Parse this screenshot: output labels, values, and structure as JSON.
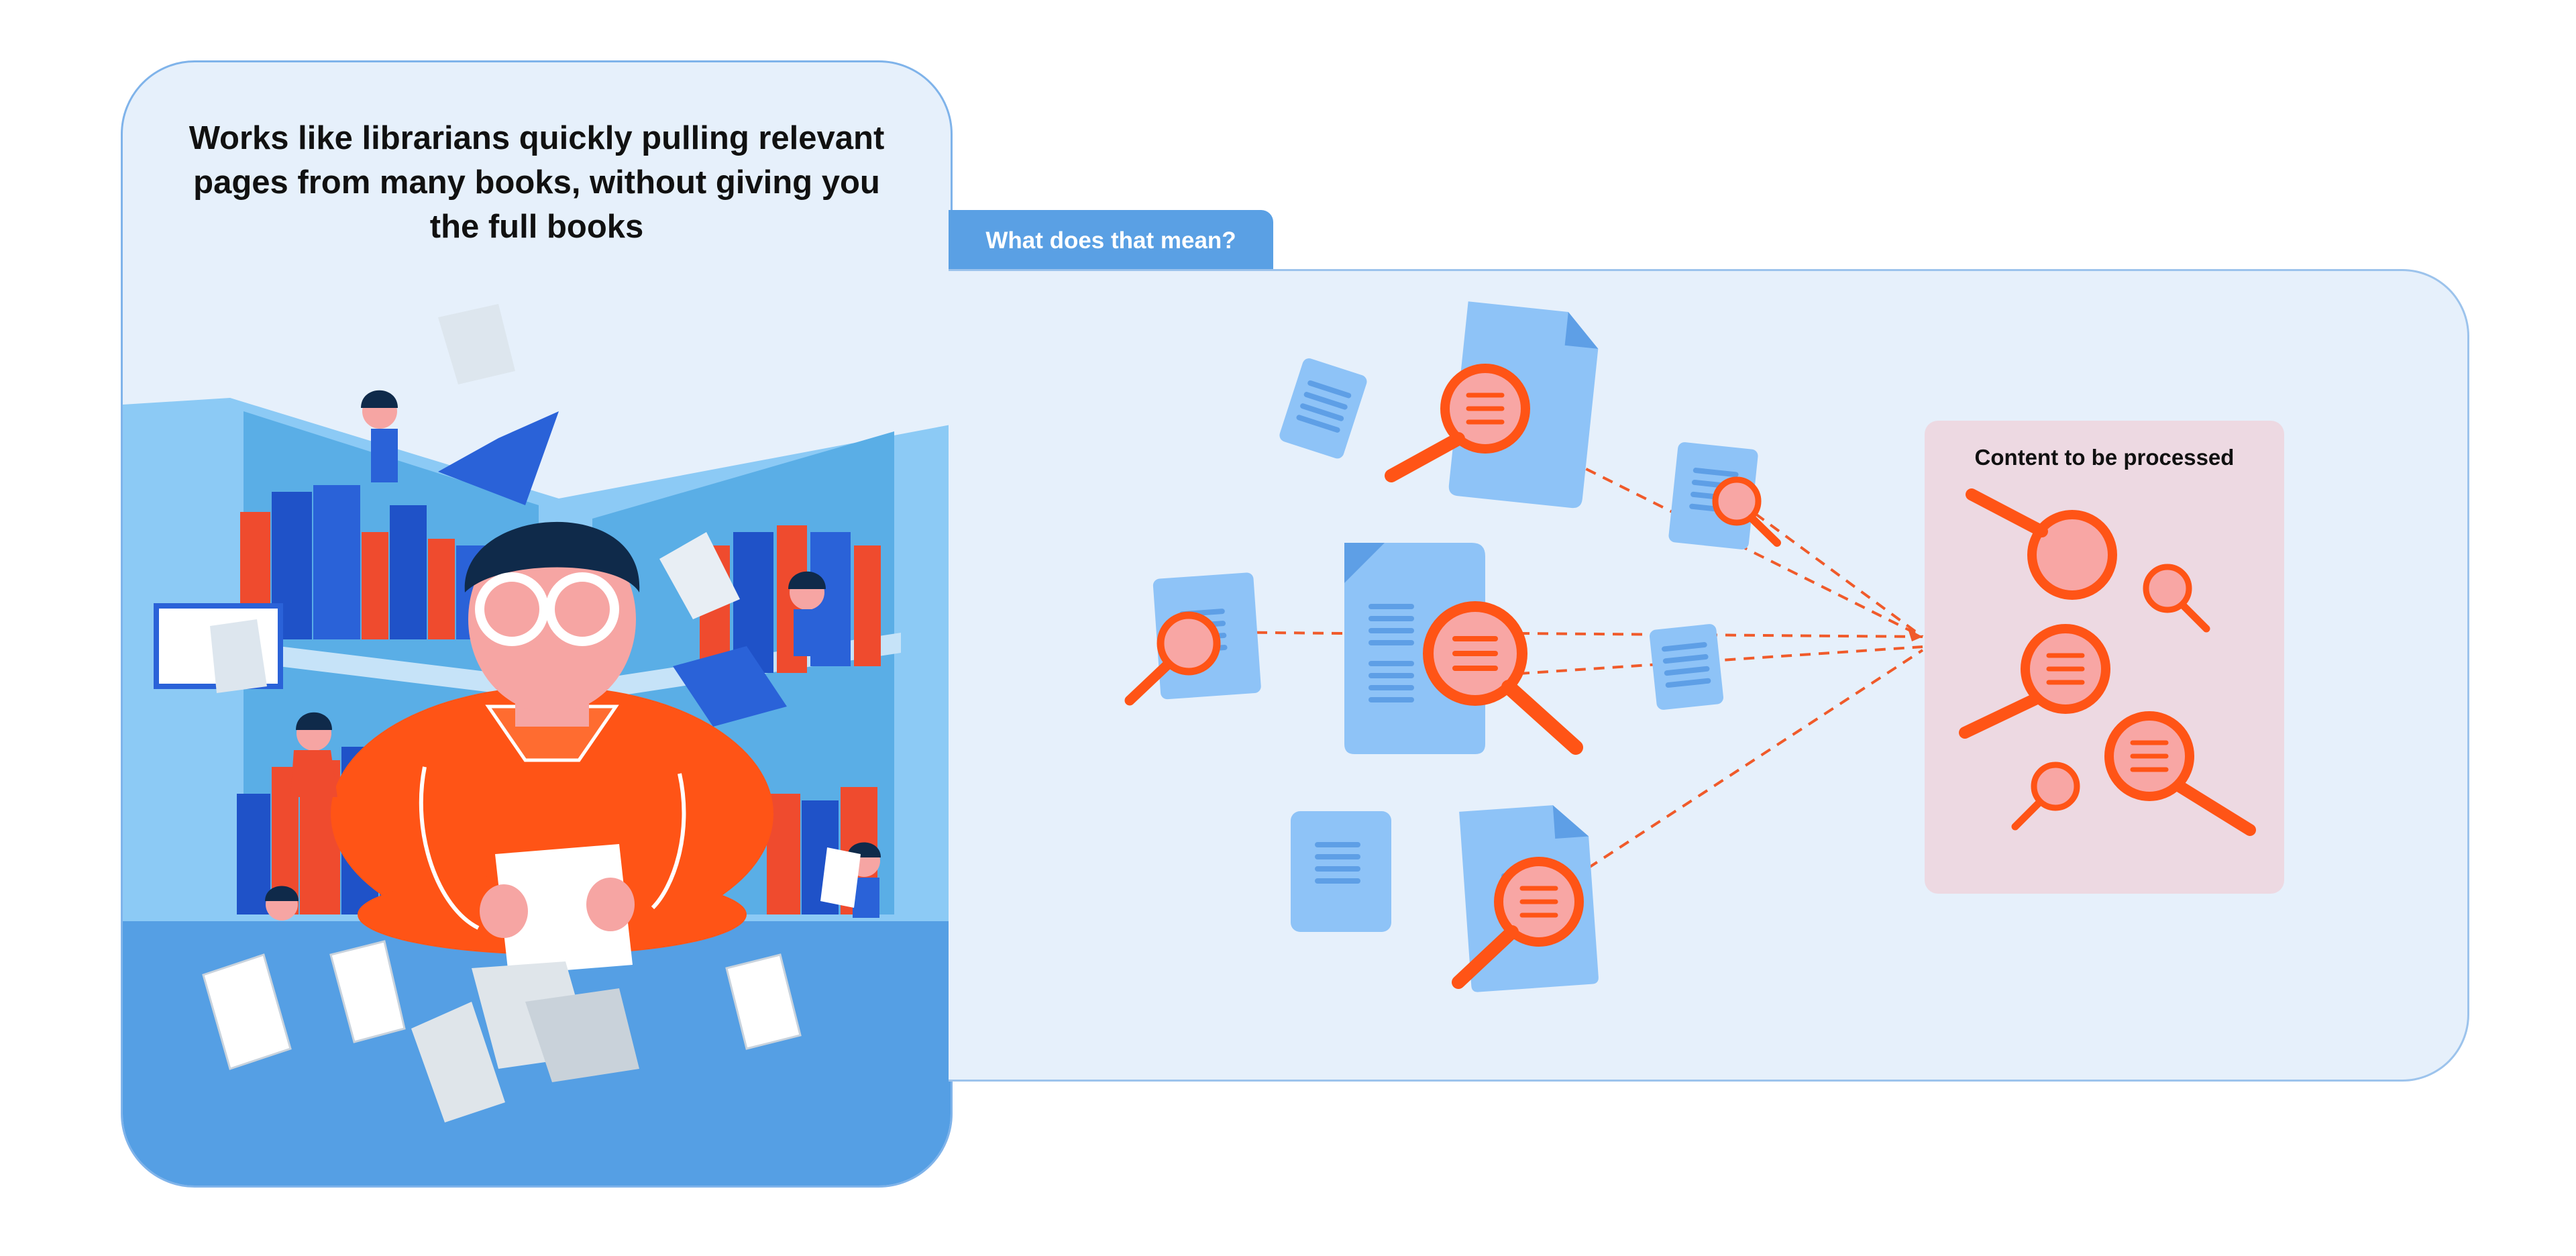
{
  "left_card": {
    "headline": "Works like librarians quickly pulling relevant pages from many books, without giving you the full books"
  },
  "tab": {
    "label": "What does that mean?"
  },
  "target_box": {
    "title": "Content to be processed"
  },
  "colors": {
    "panel_background": "#e6f0fb",
    "tab_blue": "#5aa0e4",
    "document_blue": "#8ec3f7",
    "magnifier_orange": "#ff5416",
    "magnifier_fill": "#f8a6a4",
    "target_pink": "#edd9e2",
    "arrow_dashes": "#f05a2a"
  }
}
